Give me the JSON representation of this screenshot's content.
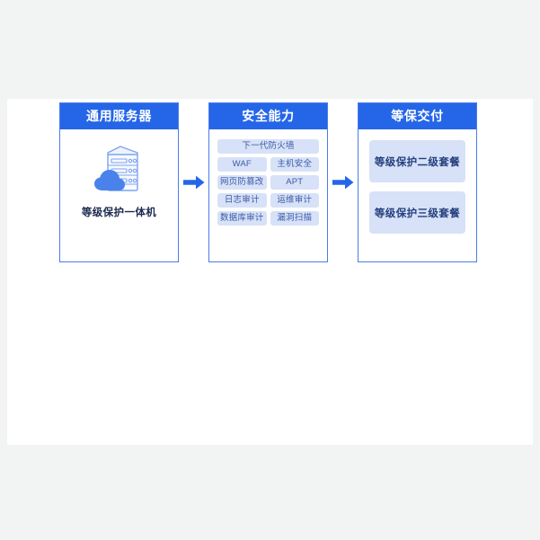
{
  "theme": {
    "page_background": "#f2f4f4",
    "card_background": "#ffffff",
    "header_blue": "#2566e8",
    "border_blue": "#4a7ce8",
    "tag_fill": "#d7e1f7",
    "tag_text": "#3a5ba9",
    "package_text": "#25407f",
    "caption_text": "#1b2a4e",
    "arrow_color": "#2566e8",
    "icon_outline": "#7ea4ef",
    "icon_cloud": "#4a82ec"
  },
  "diagram": {
    "type": "flow",
    "panels": [
      {
        "id": "server",
        "title": "通用服务器",
        "icon": "server-cloud-icon",
        "caption": "等级保护一体机"
      },
      {
        "id": "capability",
        "title": "安全能力",
        "tags": [
          {
            "label": "下一代防火墙",
            "span": "full"
          },
          {
            "label": "WAF",
            "span": "half"
          },
          {
            "label": "主机安全",
            "span": "half"
          },
          {
            "label": "网页防篡改",
            "span": "half"
          },
          {
            "label": "APT",
            "span": "half"
          },
          {
            "label": "日志审计",
            "span": "half"
          },
          {
            "label": "运维审计",
            "span": "half"
          },
          {
            "label": "数据库审计",
            "span": "half"
          },
          {
            "label": "漏洞扫描",
            "span": "half"
          }
        ]
      },
      {
        "id": "delivery",
        "title": "等保交付",
        "packages": [
          {
            "label": "等级保护二级套餐"
          },
          {
            "label": "等级保护三级套餐"
          }
        ]
      }
    ],
    "connectors": [
      {
        "id": "arrow-1",
        "icon": "right-arrow-icon",
        "from": "server",
        "to": "capability"
      },
      {
        "id": "arrow-2",
        "icon": "right-arrow-icon",
        "from": "capability",
        "to": "delivery"
      }
    ]
  }
}
